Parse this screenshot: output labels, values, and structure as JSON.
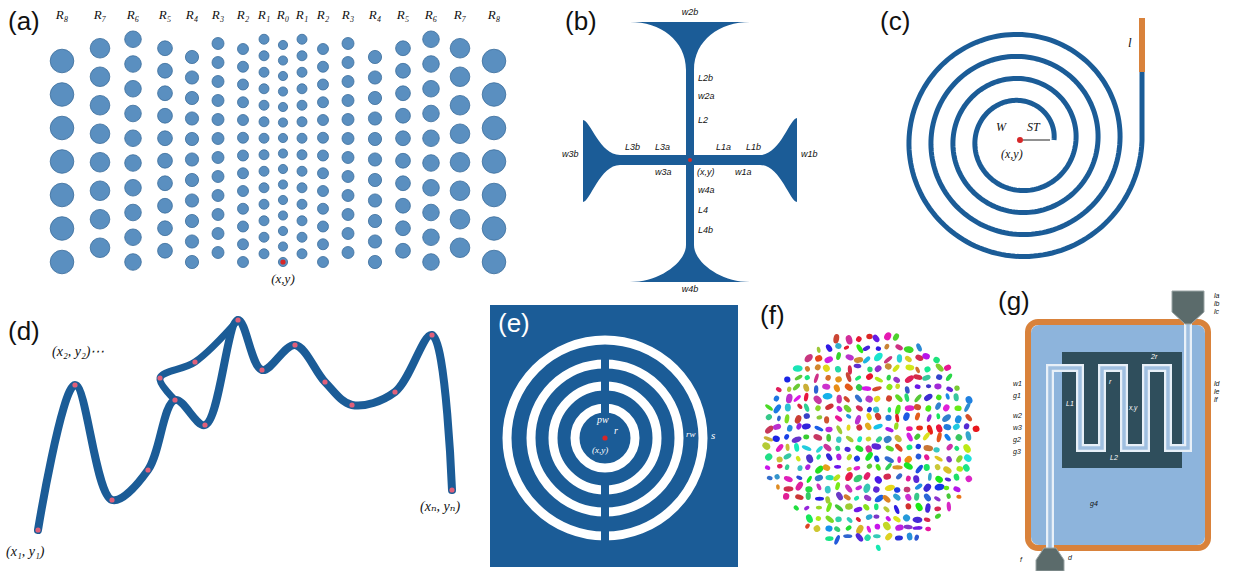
{
  "diagram": {
    "labels": [
      "(a)",
      "R₈",
      "R₇",
      "R₆",
      "R₅",
      "R₄",
      "R₃",
      "R₂",
      "R₁",
      "R₀",
      "R₁",
      "R₂",
      "R₃",
      "R₄",
      "R₅",
      "R₆",
      "R₇",
      "R₈",
      "(x,y)",
      "(b)",
      "w2b",
      "L2b",
      "w2a",
      "L2",
      "L3b",
      "L3a",
      "L1a",
      "L1b",
      "w3b",
      "w1b",
      "w3a",
      "(x,y)",
      "w1a",
      "w4a",
      "L4",
      "L4b",
      "w4b",
      "(c)",
      "W",
      "ST",
      "(x,y)",
      "l",
      "(d)",
      "(x₂, y₂)⋯",
      "(x₁, y₁)",
      "(xₙ, yₙ)",
      "(e)",
      "pw",
      "r",
      "(x,y)",
      "rw",
      "s",
      "(f)",
      "(g)",
      "la",
      "lb",
      "lc",
      "ld",
      "le",
      "lf",
      "w1",
      "g1",
      "w2",
      "w3",
      "g2",
      "g3",
      "2r",
      "r",
      "x,y",
      "L1",
      "L2",
      "g4",
      "d",
      "f"
    ]
  }
}
